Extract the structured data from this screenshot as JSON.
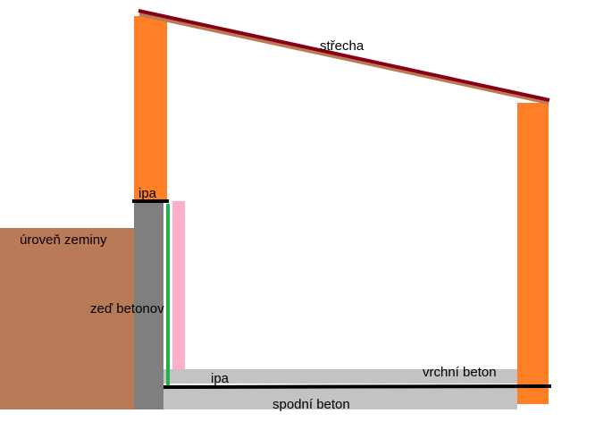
{
  "diagram": {
    "labels": {
      "roof": "střecha",
      "ipa_top": "ipa",
      "ground_level": "úroveň zeminy",
      "concrete_wall": "zeď betonov",
      "ipa_bottom": "ipa",
      "top_concrete": "vrchní beton",
      "bottom_concrete": "spodní beton"
    },
    "colors": {
      "soil": "#b97a57",
      "column": "#ff7f27",
      "concrete_wall": "#7f7f7f",
      "slab": "#c3c3c3",
      "insulation_pink": "#ffaec9",
      "insulation_green": "#22b14c",
      "roof_outer": "#880015",
      "roof_inner": "#b97a57",
      "ipa_line": "#000000"
    }
  }
}
